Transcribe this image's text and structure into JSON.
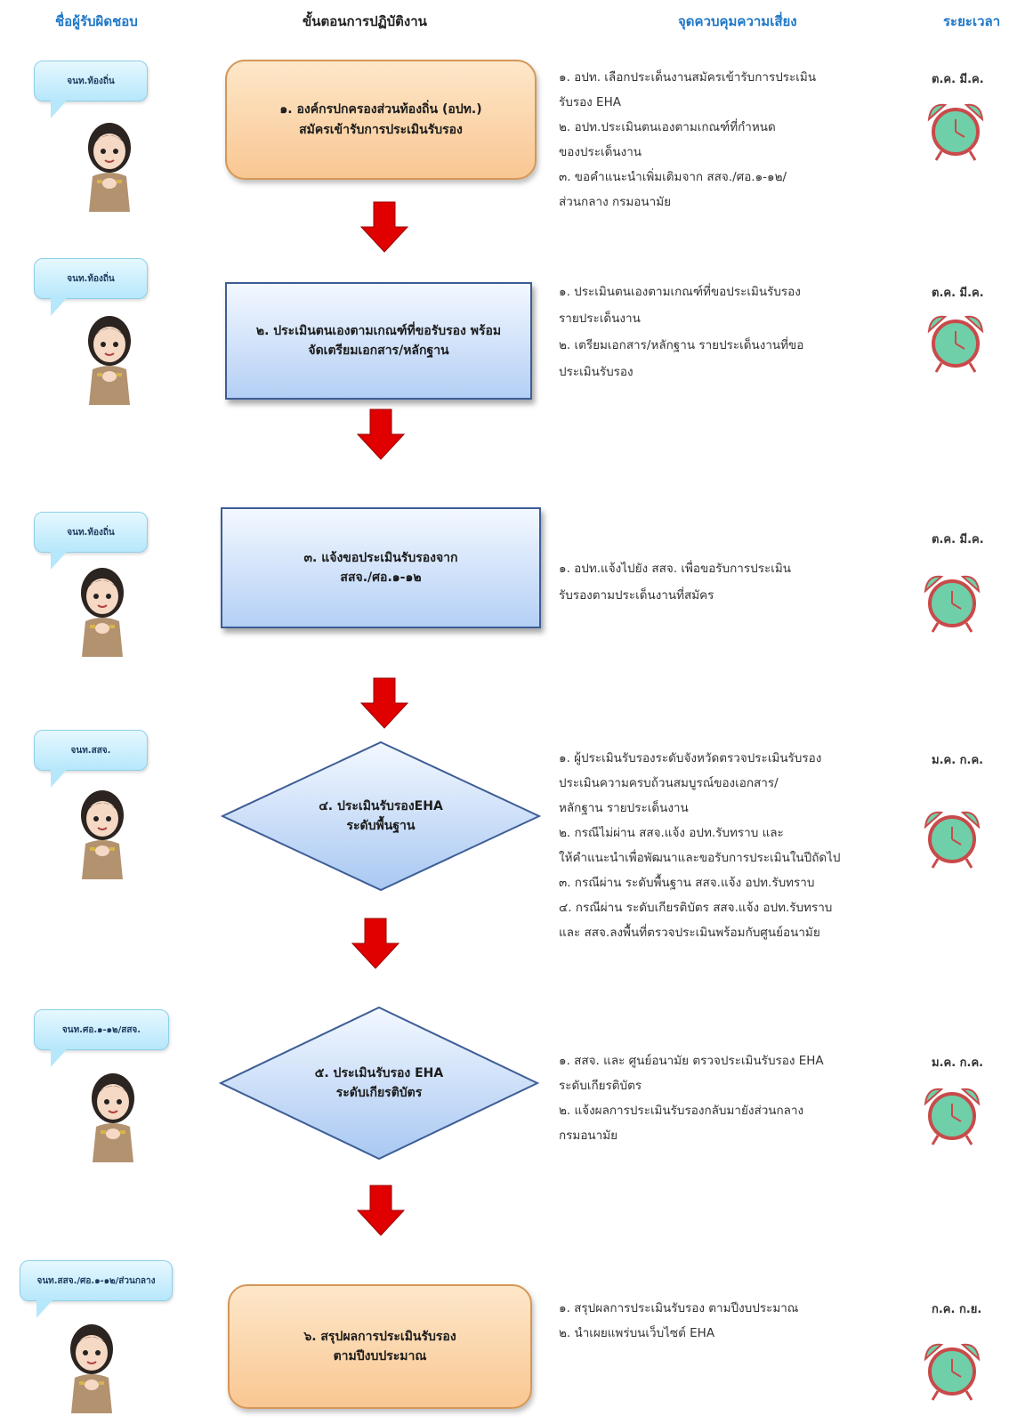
{
  "headers": {
    "responsible": "ชื่อผู้รับผิดชอบ",
    "procedure": "ขั้นตอนการปฏิบัติงาน",
    "risk_control": "จุดควบคุมความเสี่ยง",
    "duration": "ระยะเวลา"
  },
  "steps": [
    {
      "responsible": "จนท.ท้องถิ่น",
      "title_lines": [
        "๑. องค์กรปกครองส่วนท้องถิ่น (อปท.)",
        "สมัครเข้ารับการประเมินรับรอง"
      ],
      "shape": "rounded-orange",
      "risk_lines": [
        "๑. อปท. เลือกประเด็นงานสมัครเข้ารับการประเมิน",
        "รับรอง EHA",
        "๒. อปท.ประเมินตนเองตามเกณฑ์ที่กำหนด",
        "ของประเด็นงาน",
        "๓. ขอคำแนะนำเพิ่มเติมจาก สสจ./ศอ.๑-๑๒/",
        "ส่วนกลาง กรมอนามัย"
      ],
      "duration": "ต.ค. มี.ค.",
      "icon": "alarm-clock-icon"
    },
    {
      "responsible": "จนท.ท้องถิ่น",
      "title_lines": [
        "๒. ประเมินตนเองตามเกณฑ์ที่ขอรับรอง พร้อม",
        "จัดเตรียมเอกสาร/หลักฐาน"
      ],
      "shape": "rect-blue",
      "risk_lines": [
        "๑. ประเมินตนเองตามเกณฑ์ที่ขอประเมินรับรอง",
        "รายประเด็นงาน",
        "๒. เตรียมเอกสาร/หลักฐาน รายประเด็นงานที่ขอ",
        "ประเมินรับรอง"
      ],
      "duration": "ต.ค. มี.ค.",
      "icon": "alarm-clock-icon"
    },
    {
      "responsible": "จนท.ท้องถิ่น",
      "title_lines": [
        "๓. แจ้งขอประเมินรับรองจาก",
        "สสจ./ศอ.๑-๑๒"
      ],
      "shape": "rect-blue",
      "risk_lines": [
        "๑. อปท.แจ้งไปยัง สสจ. เพื่อขอรับการประเมิน",
        "รับรองตามประเด็นงานที่สมัคร"
      ],
      "duration": "ต.ค. มี.ค.",
      "icon": "alarm-clock-icon"
    },
    {
      "responsible": "จนท.สสจ.",
      "title_lines": [
        "๔. ประเมินรับรองEHA",
        "ระดับพื้นฐาน"
      ],
      "shape": "diamond-blue",
      "risk_lines": [
        "๑. ผู้ประเมินรับรองระดับจังหวัดตรวจประเมินรับรอง",
        "ประเมินความครบถ้วนสมบูรณ์ของเอกสาร/",
        "หลักฐาน รายประเด็นงาน",
        "๒. กรณีไม่ผ่าน สสจ.แจ้ง อปท.รับทราบ และ",
        "ให้คำแนะนำเพื่อพัฒนาและขอรับการประเมินในปีถัดไป",
        "๓. กรณีผ่าน ระดับพื้นฐาน สสจ.แจ้ง อปท.รับทราบ",
        "๔. กรณีผ่าน ระดับเกียรติบัตร สสจ.แจ้ง อปท.รับทราบ",
        "และ สสจ.ลงพื้นที่ตรวจประเมินพร้อมกับศูนย์อนามัย"
      ],
      "duration": "ม.ค. ก.ค.",
      "icon": "alarm-clock-icon"
    },
    {
      "responsible": "จนท.ศอ.๑-๑๒/สสจ.",
      "title_lines": [
        "๕. ประเมินรับรอง EHA",
        "ระดับเกียรติบัตร"
      ],
      "shape": "diamond-blue",
      "risk_lines": [
        "๑. สสจ. และ ศูนย์อนามัย ตรวจประเมินรับรอง EHA",
        "ระดับเกียรติบัตร",
        "๒. แจ้งผลการประเมินรับรองกลับมายังส่วนกลาง",
        "กรมอนามัย"
      ],
      "duration": "ม.ค. ก.ค.",
      "icon": "alarm-clock-icon"
    },
    {
      "responsible": "จนท.สสจ./ศอ.๑-๑๒/ส่วนกลาง",
      "title_lines": [
        "๖. สรุปผลการประเมินรับรอง",
        "ตามปีงบประมาณ"
      ],
      "shape": "rounded-orange",
      "risk_lines": [
        "๑. สรุปผลการประเมินรับรอง ตามปีงบประมาณ",
        "๒. นำเผยแพร่บนเว็บไซต์ EHA"
      ],
      "duration": "ก.ค. ก.ย.",
      "icon": "alarm-clock-icon"
    }
  ],
  "colors": {
    "header_blue": "#1f78c8",
    "arrow_red": "#e00000",
    "orange_box": "#f9c792",
    "blue_box": "#b4cff5",
    "bubble": "#b7e7fb",
    "clock_green": "#6fcfa8",
    "clock_red": "#c94a4a"
  },
  "icons": {
    "arrow": "down-arrow-icon",
    "person": "officer-cartoon-icon",
    "clock": "alarm-clock-icon"
  }
}
